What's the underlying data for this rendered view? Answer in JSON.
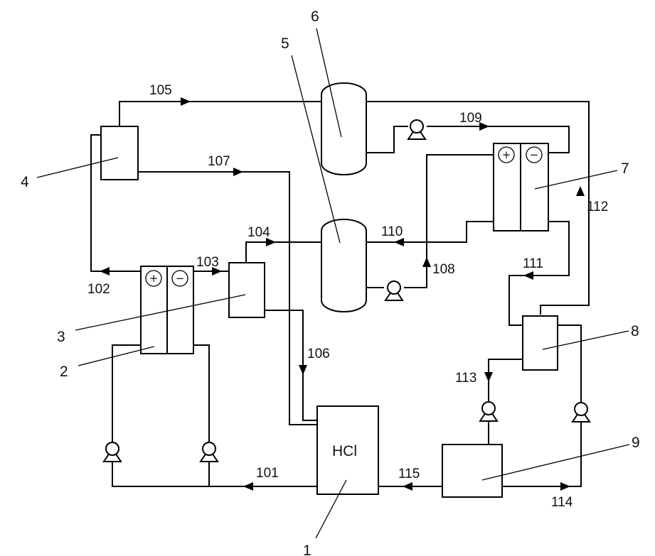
{
  "components": {
    "c1": "1",
    "c2": "2",
    "c3": "3",
    "c4": "4",
    "c5": "5",
    "c6": "6",
    "c7": "7",
    "c8": "8",
    "c9": "9"
  },
  "hcl_label": "HCl",
  "electrodes": {
    "plus": "+",
    "minus": "−"
  },
  "streams": {
    "s101": "101",
    "s102": "102",
    "s103": "103",
    "s104": "104",
    "s105": "105",
    "s106": "106",
    "s107": "107",
    "s108": "108",
    "s109": "109",
    "s110": "110",
    "s111": "111",
    "s112": "112",
    "s113": "113",
    "s114": "114",
    "s115": "115"
  }
}
